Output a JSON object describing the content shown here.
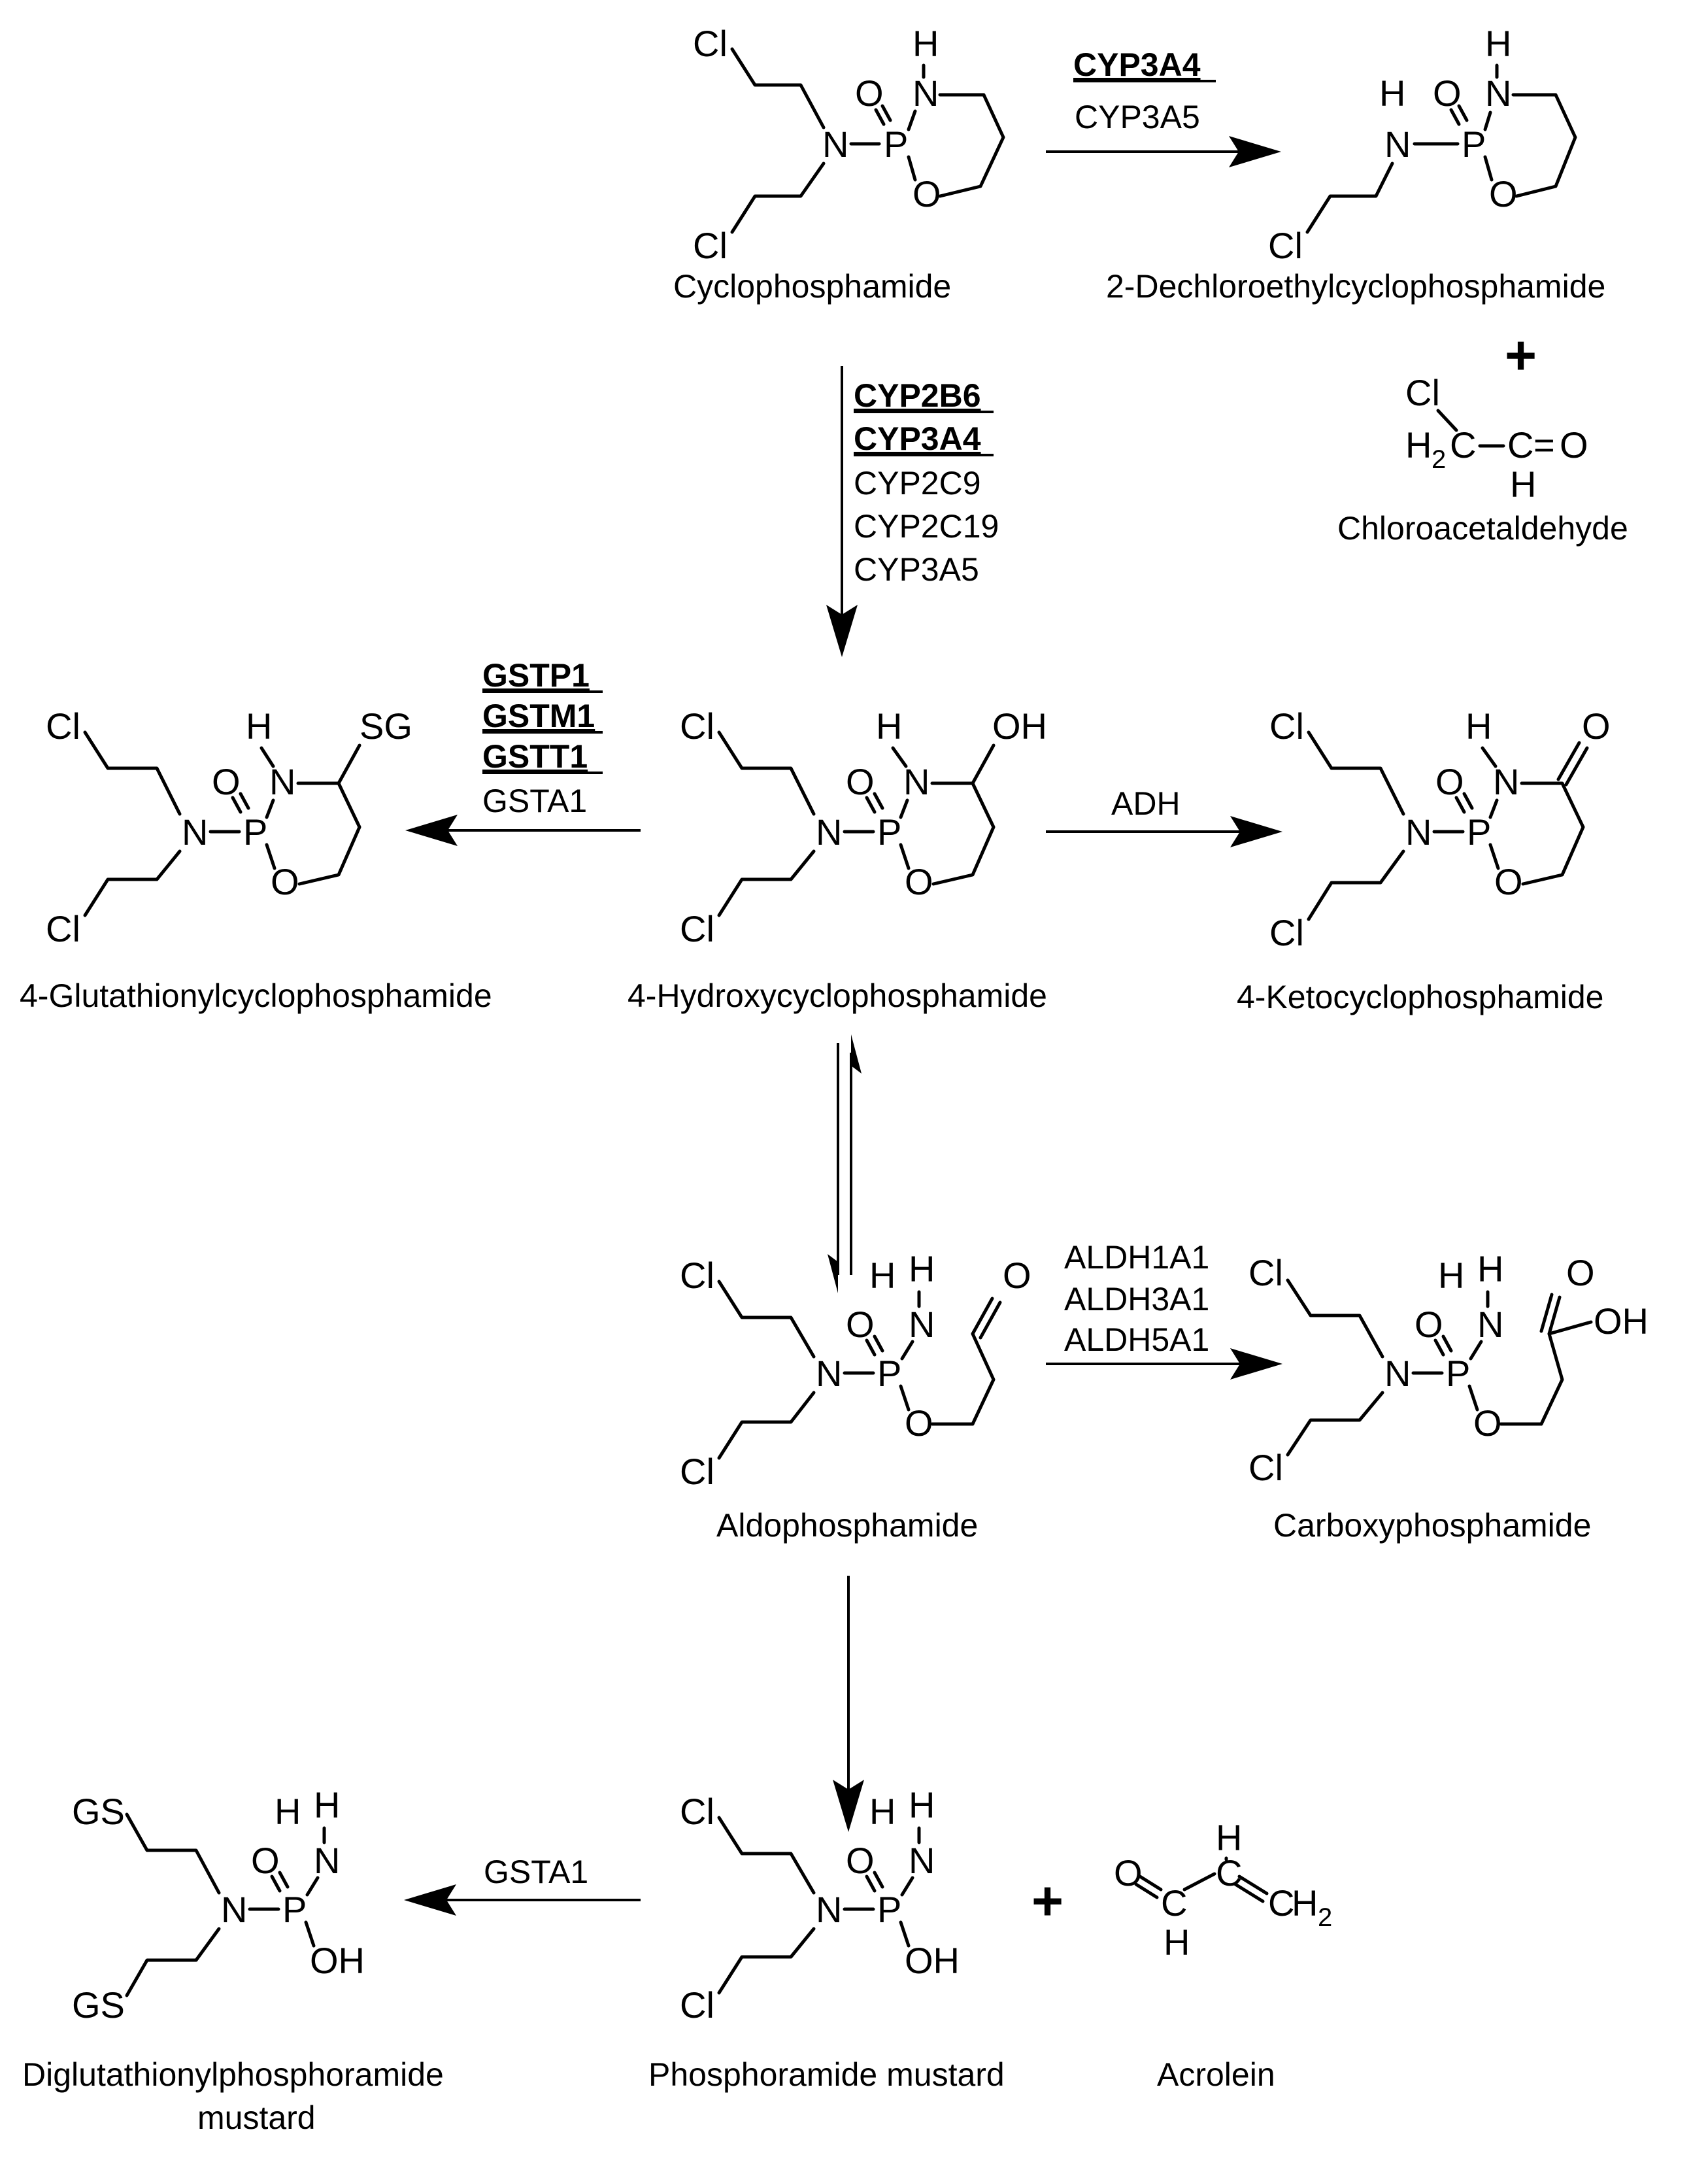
{
  "compounds": {
    "cyclophosphamide": "Cyclophosphamide",
    "dechloroethyl": "2-Dechloroethylcyclophosphamide",
    "chloroacetaldehyde": "Chloroacetaldehyde",
    "hydroxy": "4-Hydroxycyclophosphamide",
    "glutathionyl": "4-Glutathionylcyclophosphamide",
    "keto": "4-Ketocyclophosphamide",
    "aldo": "Aldophosphamide",
    "carboxy": "Carboxyphosphamide",
    "mustard": "Phosphoramide mustard",
    "acrolein": "Acrolein",
    "diglut_line1": "Diglutathionylphosphoramide",
    "diglut_line2": "mustard"
  },
  "enzymes": {
    "step1_major": "CYP3A4",
    "step1_minor": "CYP3A5",
    "step2_major": [
      "CYP2B6",
      "CYP3A4"
    ],
    "step2_minor": [
      "CYP2C9",
      "CYP2C19",
      "CYP3A5"
    ],
    "step3_major": [
      "GSTP1",
      "GSTM1",
      "GSTT1"
    ],
    "step3_minor": "GSTA1",
    "step4": "ADH",
    "step5": [
      "ALDH1A1",
      "ALDH3A1",
      "ALDH5A1"
    ],
    "step6": "GSTA1"
  },
  "atoms": {
    "Cl": "Cl",
    "N": "N",
    "P": "P",
    "O": "O",
    "H": "H",
    "OH": "OH",
    "SG": "SG",
    "GS": "GS",
    "C": "C",
    "H2": "2",
    "eq": "=",
    "plus": "+"
  }
}
